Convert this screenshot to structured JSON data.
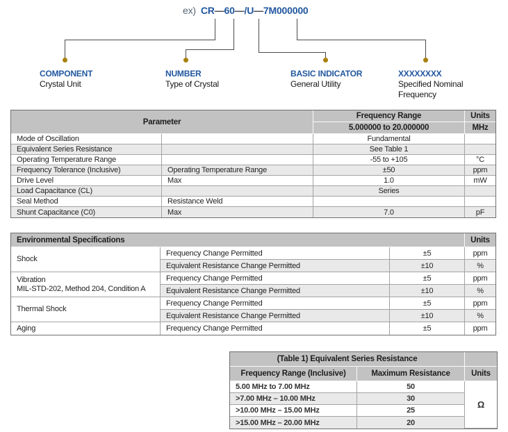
{
  "diagram": {
    "example_label": "ex)",
    "separator": "—",
    "part_segments": [
      "CR",
      "60",
      "/U",
      "7M000000"
    ],
    "callouts": [
      {
        "heading": "COMPONENT",
        "sub": "Crystal Unit"
      },
      {
        "heading": "NUMBER",
        "sub": "Type of Crystal"
      },
      {
        "heading": "BASIC INDICATOR",
        "sub": "General Utility"
      },
      {
        "heading": "XXXXXXXX",
        "sub": "Specified Nominal Frequency"
      }
    ]
  },
  "spec_table": {
    "header": {
      "parameter": "Parameter",
      "frequency_range": "Frequency Range",
      "units": "Units",
      "range_value": "5.000000 to 20.000000",
      "range_unit": "MHz"
    },
    "rows": [
      {
        "param": "Mode of Oscillation",
        "condition": "",
        "value": "Fundamental",
        "unit": ""
      },
      {
        "param": "Equivalent Series Resistance",
        "condition": "",
        "value": "See Table 1",
        "unit": ""
      },
      {
        "param": "Operating Temperature Range",
        "condition": "",
        "value": "-55 to +105",
        "unit": "°C"
      },
      {
        "param": "Frequency Tolerance (Inclusive)",
        "condition": "Operating Temperature Range",
        "value": "±50",
        "unit": "ppm"
      },
      {
        "param": "Drive Level",
        "condition": "Max",
        "value": "1.0",
        "unit": "mW"
      },
      {
        "param": "Load Capacitance (CL)",
        "condition": "",
        "value": "Series",
        "unit": ""
      },
      {
        "param": "Seal Method",
        "condition": "Resistance Weld",
        "value": "",
        "unit": ""
      },
      {
        "param": "Shunt Capacitance (C0)",
        "condition": "Max",
        "value": "7.0",
        "unit": "pF"
      }
    ]
  },
  "env_table": {
    "title": "Environmental Specifications",
    "units_header": "Units",
    "groups": [
      {
        "name": "Shock",
        "name2": "",
        "rows": [
          {
            "desc": "Frequency Change Permitted",
            "value": "±5",
            "unit": "ppm"
          },
          {
            "desc": "Equivalent Resistance Change Permitted",
            "value": "±10",
            "unit": "%"
          }
        ]
      },
      {
        "name": "Vibration",
        "name2": "MIL-STD-202, Method 204, Condition A",
        "rows": [
          {
            "desc": "Frequency Change Permitted",
            "value": "±5",
            "unit": "ppm"
          },
          {
            "desc": "Equivalent Resistance Change Permitted",
            "value": "±10",
            "unit": "%"
          }
        ]
      },
      {
        "name": "Thermal Shock",
        "name2": "",
        "rows": [
          {
            "desc": "Frequency Change Permitted",
            "value": "±5",
            "unit": "ppm"
          },
          {
            "desc": "Equivalent Resistance Change Permitted",
            "value": "±10",
            "unit": "%"
          }
        ]
      },
      {
        "name": "Aging",
        "name2": "",
        "rows": [
          {
            "desc": "Frequency Change Permitted",
            "value": "±5",
            "unit": "ppm"
          }
        ]
      }
    ]
  },
  "esr_table": {
    "title": "(Table 1) Equivalent Series Resistance",
    "headers": [
      "Frequency Range (Inclusive)",
      "Maximum Resistance",
      "Units"
    ],
    "rows": [
      {
        "range": "5.00 MHz to 7.00 MHz",
        "resistance": "50"
      },
      {
        "range": ">7.00 MHz – 10.00 MHz",
        "resistance": "30"
      },
      {
        "range": ">10.00 MHz – 15.00 MHz",
        "resistance": "25"
      },
      {
        "range": ">15.00 MHz – 20.00 MHz",
        "resistance": "20"
      }
    ],
    "unit": "Ω"
  },
  "colors": {
    "accent_blue": "#21579f",
    "marker_gold": "#a8800b",
    "header_gray": "#c2c2c2",
    "stripe_gray": "#e9e9e9"
  }
}
